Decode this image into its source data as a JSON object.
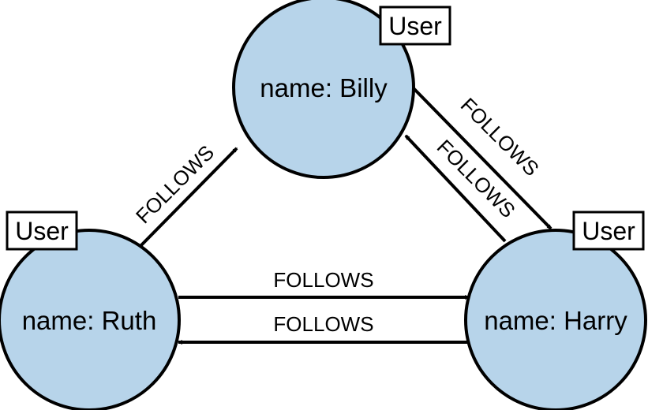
{
  "nodes": {
    "billy": {
      "label": "User",
      "text": "name: Billy"
    },
    "ruth": {
      "label": "User",
      "text": "name: Ruth"
    },
    "harry": {
      "label": "User",
      "text": "name: Harry"
    }
  },
  "edges": {
    "ruth_to_billy": "FOLLOWS",
    "billy_to_harry": "FOLLOWS",
    "harry_to_billy": "FOLLOWS",
    "ruth_to_harry": "FOLLOWS",
    "harry_to_ruth": "FOLLOWS"
  },
  "colors": {
    "node_fill": "#b7d4ea",
    "stroke": "#000000"
  }
}
